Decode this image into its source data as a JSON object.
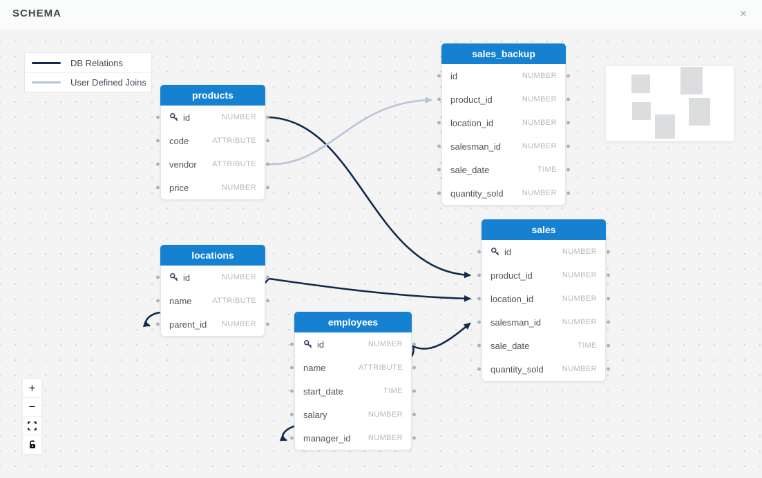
{
  "header": {
    "title": "SCHEMA",
    "close_icon": "×"
  },
  "legend": {
    "items": [
      {
        "label": "DB Relations",
        "color": "#11294b"
      },
      {
        "label": "User Defined Joins",
        "color": "#b9c3d7"
      }
    ]
  },
  "colors": {
    "accent": "#1581d0",
    "db_relation": "#11294b",
    "user_defined_join": "#b9c3d7",
    "canvas_bg": "#f4f4f5"
  },
  "tables": [
    {
      "id": "products",
      "title": "products",
      "fields": [
        {
          "name": "id",
          "type": "NUMBER",
          "pk": true
        },
        {
          "name": "code",
          "type": "ATTRIBUTE",
          "pk": false
        },
        {
          "name": "vendor",
          "type": "ATTRIBUTE",
          "pk": false
        },
        {
          "name": "price",
          "type": "NUMBER",
          "pk": false
        }
      ]
    },
    {
      "id": "sales_backup",
      "title": "sales_backup",
      "fields": [
        {
          "name": "id",
          "type": "NUMBER",
          "pk": false
        },
        {
          "name": "product_id",
          "type": "NUMBER",
          "pk": false
        },
        {
          "name": "location_id",
          "type": "NUMBER",
          "pk": false
        },
        {
          "name": "salesman_id",
          "type": "NUMBER",
          "pk": false
        },
        {
          "name": "sale_date",
          "type": "TIME",
          "pk": false
        },
        {
          "name": "quantity_sold",
          "type": "NUMBER",
          "pk": false
        }
      ]
    },
    {
      "id": "locations",
      "title": "locations",
      "fields": [
        {
          "name": "id",
          "type": "NUMBER",
          "pk": true
        },
        {
          "name": "name",
          "type": "ATTRIBUTE",
          "pk": false
        },
        {
          "name": "parent_id",
          "type": "NUMBER",
          "pk": false
        }
      ]
    },
    {
      "id": "employees",
      "title": "employees",
      "fields": [
        {
          "name": "id",
          "type": "NUMBER",
          "pk": true
        },
        {
          "name": "name",
          "type": "ATTRIBUTE",
          "pk": false
        },
        {
          "name": "start_date",
          "type": "TIME",
          "pk": false
        },
        {
          "name": "salary",
          "type": "NUMBER",
          "pk": false
        },
        {
          "name": "manager_id",
          "type": "NUMBER",
          "pk": false
        }
      ]
    },
    {
      "id": "sales",
      "title": "sales",
      "fields": [
        {
          "name": "id",
          "type": "NUMBER",
          "pk": true
        },
        {
          "name": "product_id",
          "type": "NUMBER",
          "pk": false
        },
        {
          "name": "location_id",
          "type": "NUMBER",
          "pk": false
        },
        {
          "name": "salesman_id",
          "type": "NUMBER",
          "pk": false
        },
        {
          "name": "sale_date",
          "type": "TIME",
          "pk": false
        },
        {
          "name": "quantity_sold",
          "type": "NUMBER",
          "pk": false
        }
      ]
    }
  ],
  "relations": [
    {
      "from": "products.id",
      "to": "sales.product_id",
      "kind": "db"
    },
    {
      "from": "products.vendor",
      "to": "sales_backup.product_id",
      "kind": "user"
    },
    {
      "from": "locations.id",
      "to": "sales.location_id",
      "kind": "db"
    },
    {
      "from": "employees.id",
      "to": "sales.salesman_id",
      "kind": "db"
    },
    {
      "from": "locations.parent_id",
      "to": "locations.parent_id",
      "kind": "db",
      "self_join": true
    },
    {
      "from": "employees.manager_id",
      "to": "employees.manager_id",
      "kind": "db",
      "self_join": true
    }
  ],
  "controls": {
    "zoom_in": "+",
    "zoom_out": "−"
  }
}
